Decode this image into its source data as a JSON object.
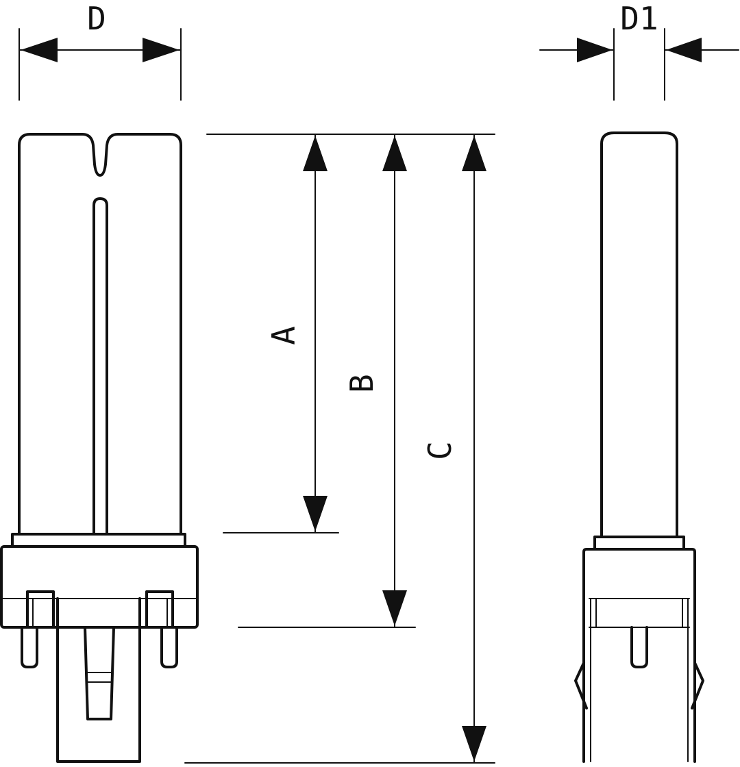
{
  "labels": {
    "D": "D",
    "D1": "D1",
    "A": "A",
    "B": "B",
    "C": "C"
  },
  "colors": {
    "stroke": "#111111",
    "background": "#ffffff"
  }
}
